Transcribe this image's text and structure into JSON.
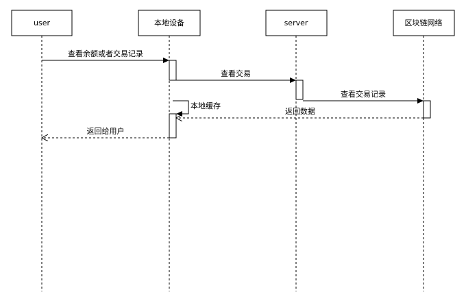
{
  "participants": [
    {
      "id": "user",
      "label": "user"
    },
    {
      "id": "local",
      "label": "本地设备"
    },
    {
      "id": "server",
      "label": "server"
    },
    {
      "id": "chain",
      "label": "区块链网络"
    }
  ],
  "messages": [
    {
      "label": "查看余额或者交易记录",
      "style": "solid"
    },
    {
      "label": "查看交易",
      "style": "solid"
    },
    {
      "label": "查看交易记录",
      "style": "solid"
    },
    {
      "label": "本地缓存",
      "style": "self"
    },
    {
      "label": "返回数据",
      "style": "dashed"
    },
    {
      "label": "返回给用户",
      "style": "dashed"
    }
  ]
}
